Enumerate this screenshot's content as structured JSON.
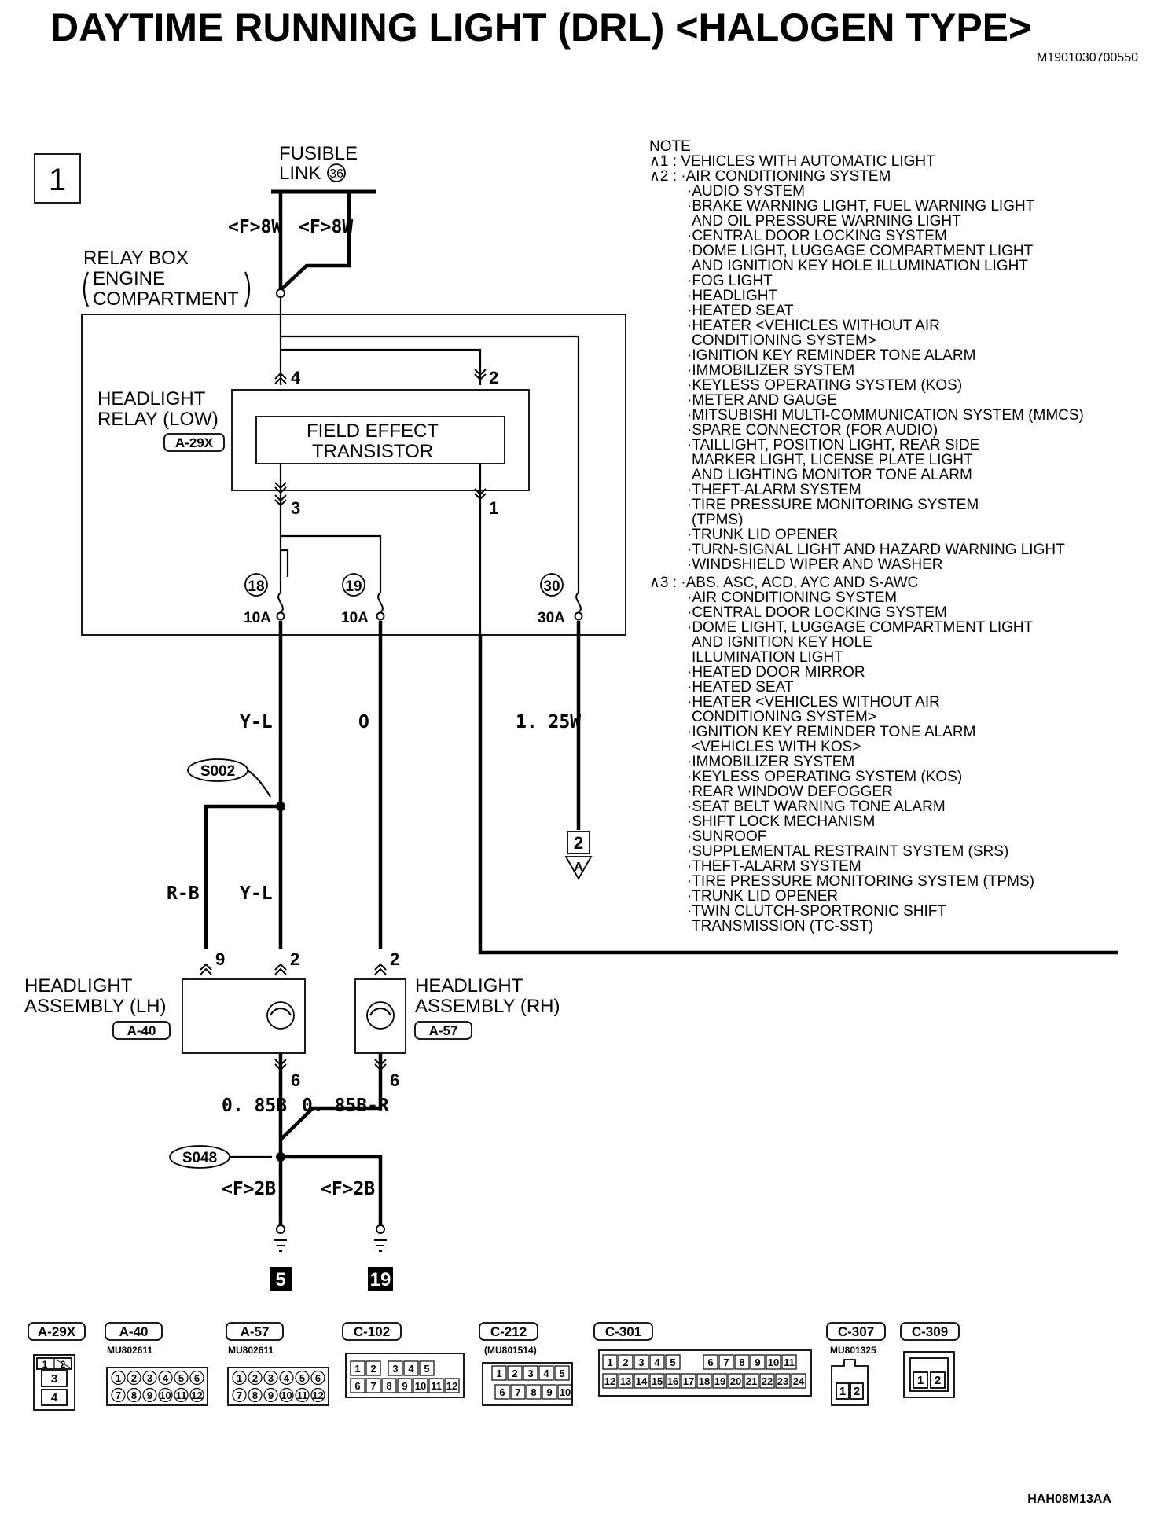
{
  "title": "DAYTIME RUNNING LIGHT (DRL) <HALOGEN TYPE>",
  "doc_id": "M1901030700550",
  "figure_id": "HAH08M13AA",
  "page_number": "1",
  "fusible_link": {
    "line1": "FUSIBLE",
    "line2": "LINK",
    "number": "36"
  },
  "wires_top": [
    "<F>8W",
    "<F>8W"
  ],
  "relay_box": {
    "line1": "RELAY BOX",
    "line2": "ENGINE",
    "line3": "COMPARTMENT"
  },
  "headlight_relay": {
    "line1": "HEADLIGHT",
    "line2": "RELAY (LOW)",
    "connector": "A-29X"
  },
  "fet": {
    "line1": "FIELD EFFECT",
    "line2": "TRANSISTOR"
  },
  "relay_pins": [
    "4",
    "2",
    "3",
    "1"
  ],
  "fuses": [
    {
      "number": "18",
      "rating": "10A"
    },
    {
      "number": "19",
      "rating": "10A"
    },
    {
      "number": "30",
      "rating": "30A"
    }
  ],
  "wires": {
    "yl1": "Y-L",
    "o": "O",
    "w125": "1. 25W",
    "rb": "R-B",
    "yl2": "Y-L",
    "b085": "0. 85B",
    "br085": "0. 85B-R",
    "f2b1": "<F>2B",
    "f2b2": "<F>2B"
  },
  "splices": [
    "S002",
    "S048"
  ],
  "connection_ref": {
    "number": "2",
    "letter": "A"
  },
  "lh_assembly": {
    "line1": "HEADLIGHT",
    "line2": "ASSEMBLY (LH)",
    "connector": "A-40",
    "pin_a": "9",
    "pin_b": "2",
    "pin_c": "6"
  },
  "rh_assembly": {
    "line1": "HEADLIGHT",
    "line2": "ASSEMBLY (RH)",
    "connector": "A-57",
    "pin_a": "2",
    "pin_b": "6"
  },
  "grounds": [
    "5",
    "19"
  ],
  "notes": [
    "NOTE",
    "∧1 : VEHICLES WITH AUTOMATIC LIGHT",
    "∧2 : ·AIR CONDITIONING SYSTEM",
    "·AUDIO SYSTEM",
    "·BRAKE WARNING LIGHT, FUEL WARNING LIGHT",
    "AND OIL PRESSURE WARNING LIGHT",
    "·CENTRAL DOOR LOCKING SYSTEM",
    "·DOME LIGHT, LUGGAGE COMPARTMENT LIGHT",
    "AND IGNITION KEY HOLE ILLUMINATION LIGHT",
    "·FOG LIGHT",
    "·HEADLIGHT",
    "·HEATED SEAT",
    "·HEATER <VEHICLES WITHOUT AIR",
    "CONDITIONING SYSTEM>",
    "·IGNITION KEY REMINDER TONE ALARM",
    "·IMMOBILIZER SYSTEM",
    "·KEYLESS OPERATING SYSTEM (KOS)",
    "·METER AND GAUGE",
    "·MITSUBISHI MULTI-COMMUNICATION SYSTEM (MMCS)",
    "·SPARE CONNECTOR (FOR AUDIO)",
    "·TAILLIGHT, POSITION LIGHT, REAR SIDE",
    "MARKER LIGHT, LICENSE PLATE LIGHT",
    "AND LIGHTING MONITOR TONE ALARM",
    "·THEFT-ALARM SYSTEM",
    "·TIRE PRESSURE MONITORING SYSTEM",
    "(TPMS)",
    "·TRUNK LID OPENER",
    "·TURN-SIGNAL LIGHT AND HAZARD WARNING LIGHT",
    "·WINDSHIELD WIPER AND WASHER",
    "∧3 : ·ABS, ASC, ACD, AYC AND S-AWC",
    "·AIR CONDITIONING SYSTEM",
    "·CENTRAL DOOR LOCKING SYSTEM",
    "·DOME LIGHT, LUGGAGE COMPARTMENT LIGHT",
    "AND IGNITION KEY HOLE",
    "ILLUMINATION LIGHT",
    "·HEATED DOOR MIRROR",
    "·HEATED SEAT",
    "·HEATER <VEHICLES WITHOUT AIR",
    "CONDITIONING SYSTEM>",
    "·IGNITION KEY REMINDER TONE ALARM",
    "<VEHICLES WITH KOS>",
    "·IMMOBILIZER SYSTEM",
    "·KEYLESS OPERATING SYSTEM (KOS)",
    "·REAR WINDOW DEFOGGER",
    "·SEAT BELT WARNING TONE ALARM",
    "·SHIFT LOCK MECHANISM",
    "·SUNROOF",
    "·SUPPLEMENTAL RESTRAINT SYSTEM (SRS)",
    "·THEFT-ALARM SYSTEM",
    "·TIRE PRESSURE MONITORING SYSTEM (TPMS)",
    "·TRUNK LID OPENER",
    "·TWIN CLUTCH-SPORTRONIC SHIFT",
    "TRANSMISSION (TC-SST)"
  ],
  "connectors": [
    {
      "name": "A-29X",
      "part": ""
    },
    {
      "name": "A-40",
      "part": "MU802611"
    },
    {
      "name": "A-57",
      "part": "MU802611"
    },
    {
      "name": "C-102",
      "part": ""
    },
    {
      "name": "C-212",
      "part": "(MU801514)"
    },
    {
      "name": "C-301",
      "part": ""
    },
    {
      "name": "C-307",
      "part": "MU801325"
    },
    {
      "name": "C-309",
      "part": ""
    }
  ],
  "connector_pins": {
    "a29x": [
      "1",
      "2",
      "3",
      "4"
    ],
    "a40_row1": [
      "1",
      "2",
      "3",
      "4",
      "5",
      "6"
    ],
    "a40_row2": [
      "7",
      "8",
      "9",
      "10",
      "11",
      "12"
    ],
    "c102_row1": [
      "1",
      "2",
      "3",
      "4",
      "5"
    ],
    "c102_row2": [
      "6",
      "7",
      "8",
      "9",
      "10",
      "11",
      "12"
    ],
    "c212_row1": [
      "1",
      "2",
      "3",
      "4",
      "5"
    ],
    "c212_row2": [
      "6",
      "7",
      "8",
      "9",
      "10"
    ],
    "c301_row1": [
      "1",
      "2",
      "3",
      "4",
      "5",
      "6",
      "7",
      "8",
      "9",
      "10",
      "11"
    ],
    "c301_row2": [
      "12",
      "13",
      "14",
      "15",
      "16",
      "17",
      "18",
      "19",
      "20",
      "21",
      "22",
      "23",
      "24"
    ],
    "c307": [
      "1",
      "2"
    ],
    "c309": [
      "1",
      "2"
    ]
  }
}
